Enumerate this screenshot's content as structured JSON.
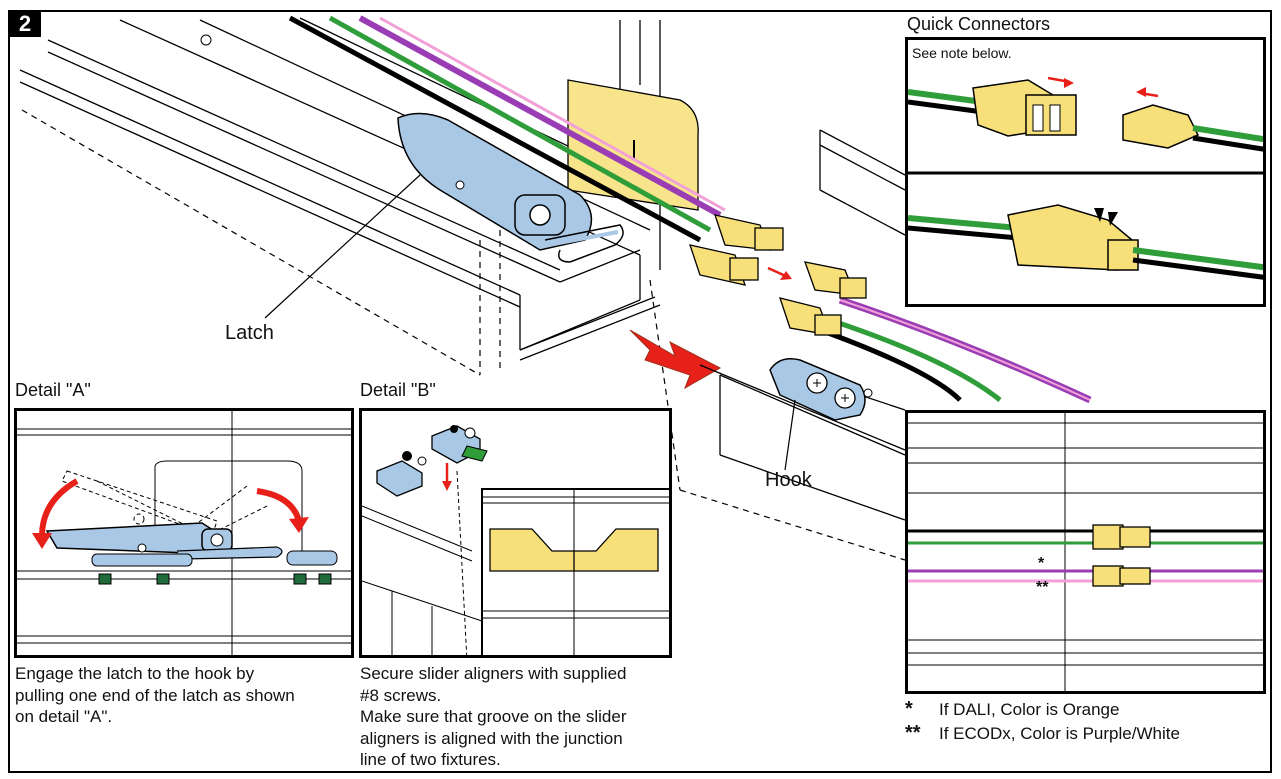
{
  "step_number": "2",
  "labels": {
    "latch": "Latch",
    "hook": "Hook",
    "detail_a_title": "Detail \"A\"",
    "detail_b_title": "Detail \"B\"",
    "quick_connectors_title": "Quick Connectors",
    "quick_connectors_note": "See note below."
  },
  "captions": {
    "detail_a": [
      "Engage the latch to the hook by",
      "pulling one end of the latch as shown",
      "on detail \"A\"."
    ],
    "detail_b": [
      "Secure slider aligners with supplied",
      "#8 screws.",
      "Make sure that groove on the slider",
      "aligners is aligned with the junction",
      "line of two fixtures."
    ]
  },
  "wire_markers": {
    "single": "*",
    "double": "**"
  },
  "legend": [
    {
      "mark": "*",
      "text": "If DALI, Color is Orange"
    },
    {
      "mark": "**",
      "text": "If ECODx, Color is Purple/White"
    }
  ],
  "colors": {
    "latch_blue": "#a9c8e6",
    "connector_yellow": "#f7df7a",
    "wire_green": "#2f9e3a",
    "wire_purple": "#9a3db5",
    "wire_pink": "#f2a0d8",
    "arrow_red": "#e8201a",
    "panel_yellow": "#f8e48a"
  }
}
